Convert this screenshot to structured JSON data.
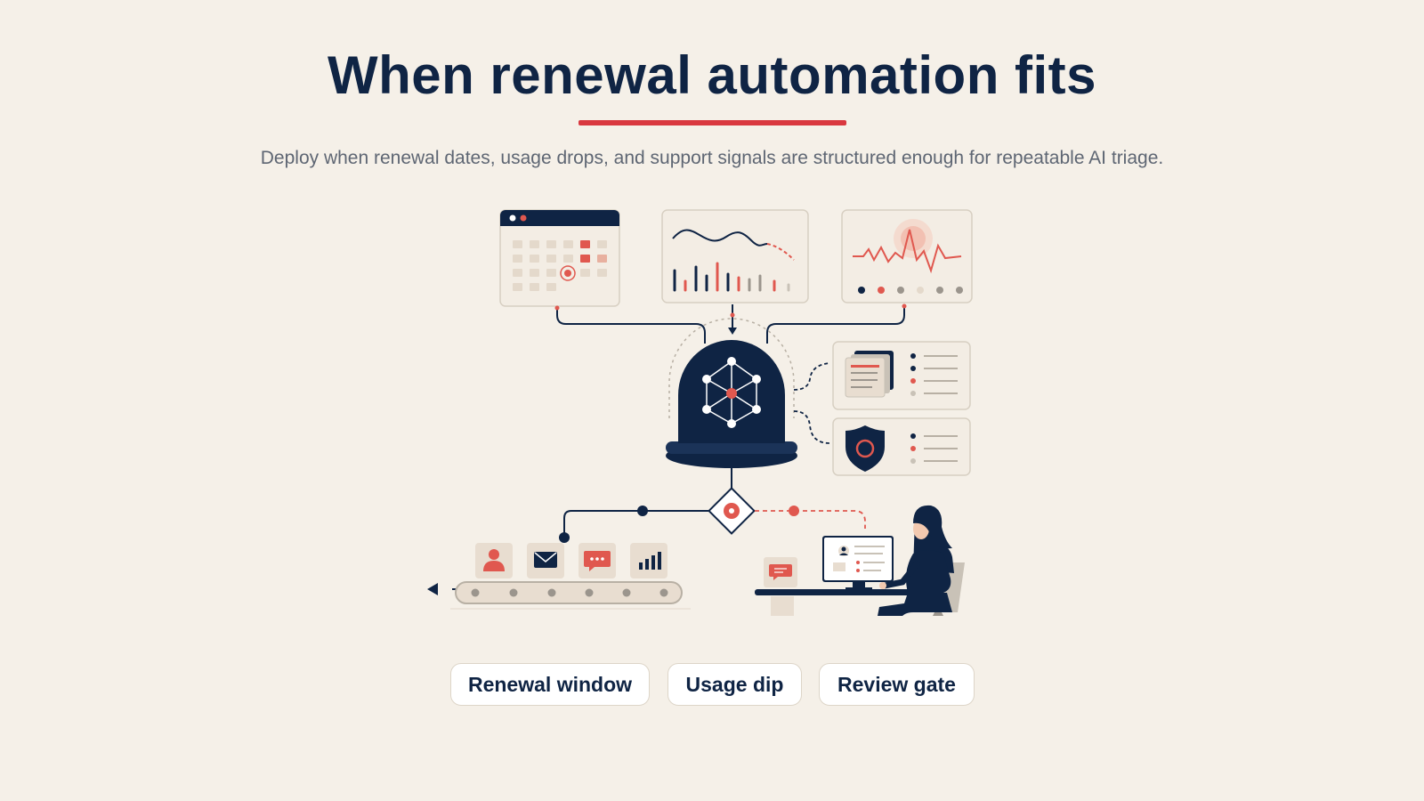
{
  "header": {
    "title": "When renewal automation fits",
    "subtitle": "Deploy when renewal dates, usage drops, and support signals are structured enough for repeatable AI triage."
  },
  "illustration": {
    "icons": [
      "calendar-icon",
      "trend-chart-icon",
      "pulse-signal-icon",
      "ai-network-dome-icon",
      "document-stack-icon",
      "shield-icon",
      "decision-diamond-icon",
      "user-icon",
      "mail-icon",
      "chat-icon",
      "bar-chart-icon",
      "reviewer-at-desk-icon"
    ],
    "colors": {
      "navy": "#0f2444",
      "accent": "#e0584f",
      "card": "#f3ede4",
      "muted": "#d7cfc2"
    }
  },
  "chips": [
    {
      "label": "Renewal window"
    },
    {
      "label": "Usage dip"
    },
    {
      "label": "Review gate"
    }
  ],
  "colors": {
    "background": "#f5f0e8",
    "title": "#0f2444",
    "underline": "#d9383f",
    "subtitle": "#5e6673"
  }
}
